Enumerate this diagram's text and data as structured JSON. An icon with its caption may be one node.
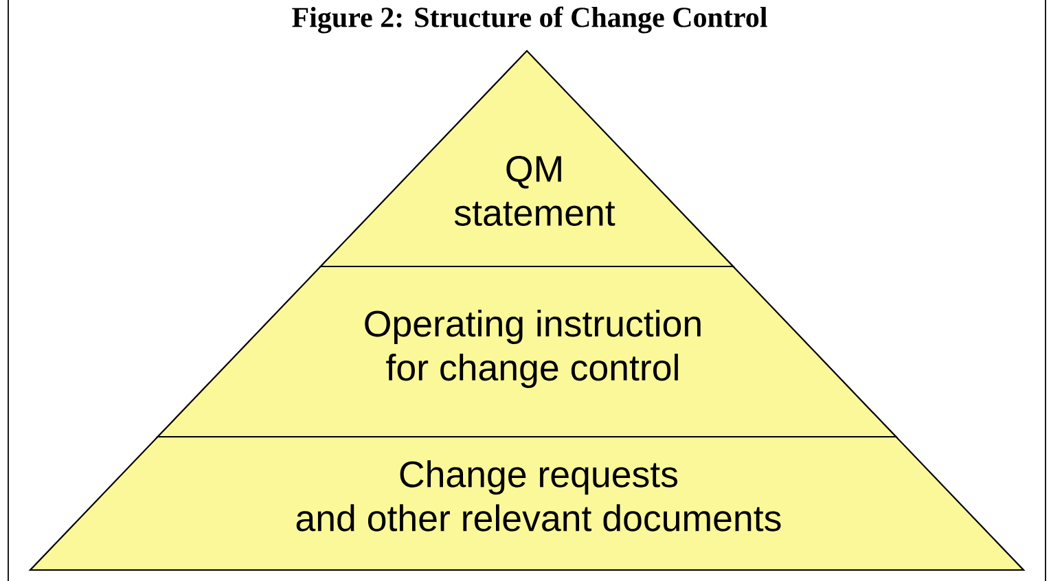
{
  "diagram": {
    "title": "Figure 2: Structure of Change Control",
    "nodes": [
      {
        "text": [
          "QM statement"
        ]
      },
      {
        "text": [
          "Operating instruction for change control"
        ]
      },
      {
        "text": [
          "Change requests and other relevant documents"
        ]
      }
    ]
  }
}
